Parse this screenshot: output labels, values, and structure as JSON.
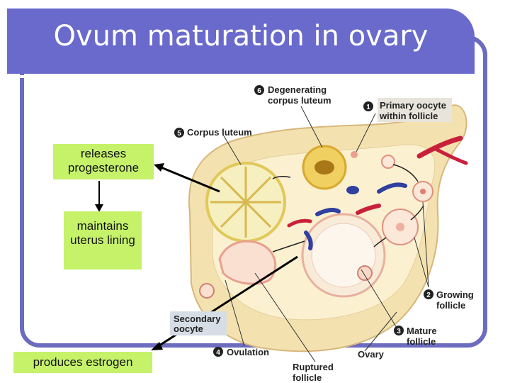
{
  "title": "Ovum maturation in ovary",
  "boxes": {
    "releases": "releases progesterone",
    "maintains": "maintains uterus lining",
    "produces": "produces estrogen"
  },
  "labels": {
    "degenerating_num": "6",
    "degenerating_line1": "Degenerating",
    "degenerating_line2": "corpus luteum",
    "primary_num": "1",
    "primary_line1": "Primary oocyte",
    "primary_line2": "within follicle",
    "corpus_num": "5",
    "corpus": "Corpus luteum",
    "growing_num": "2",
    "growing_line1": "Growing",
    "growing_line2": "follicle",
    "mature_num": "3",
    "mature_line1": "Mature",
    "mature_line2": "follicle",
    "ovulation_num": "4",
    "ovulation": "Ovulation",
    "ovary": "Ovary",
    "ruptured_line1": "Ruptured",
    "ruptured_line2": "follicle",
    "secondary_line1": "Secondary",
    "secondary_line2": "oocyte"
  }
}
